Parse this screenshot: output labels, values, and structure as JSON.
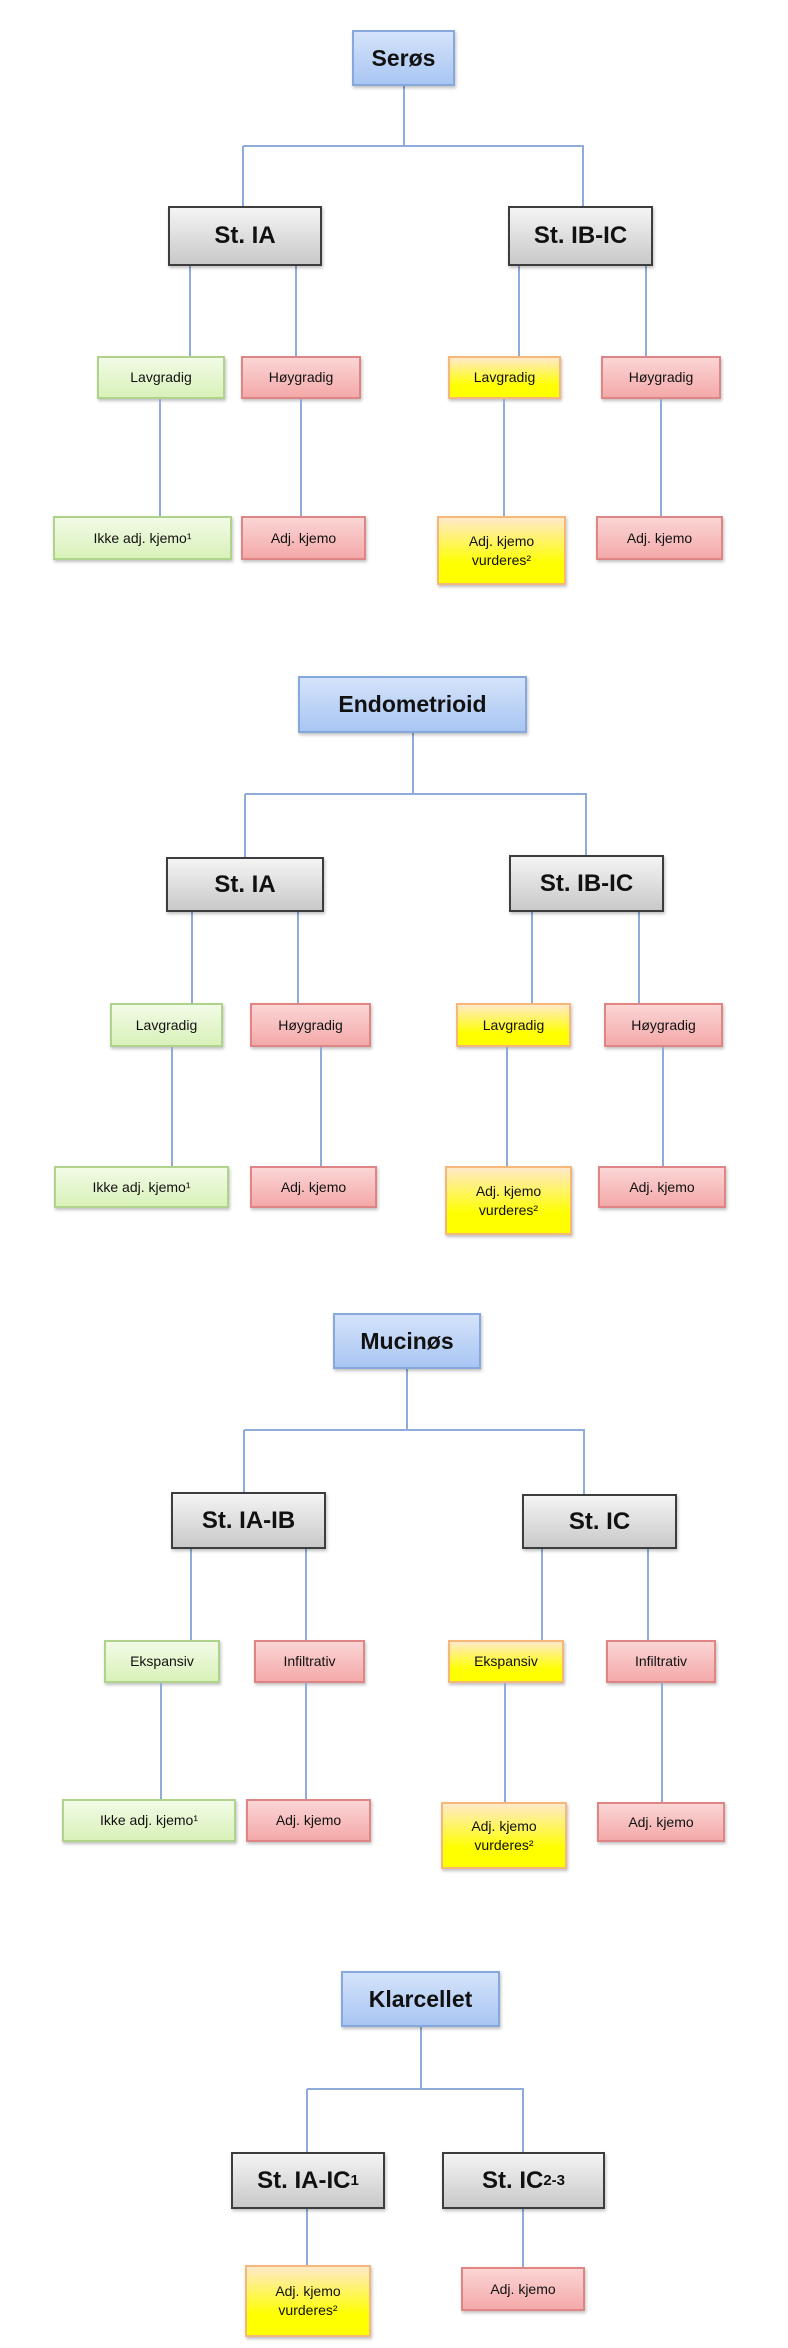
{
  "colors": {
    "connector": "#8eabd9",
    "root": "#a9c6f3",
    "stage": "#c9c9c9",
    "green": "#d9f1b9",
    "red": "#f4a9a9",
    "yellow": "#ffff00"
  },
  "sections": [
    {
      "title": "Serøs",
      "stages": [
        {
          "label": "St. IA",
          "branches": [
            {
              "grade": "Lavgradig",
              "grade_tone": "green",
              "outcome": "Ikke adj. kjemo¹",
              "outcome_tone": "green"
            },
            {
              "grade": "Høygradig",
              "grade_tone": "red",
              "outcome": "Adj. kjemo",
              "outcome_tone": "red"
            }
          ]
        },
        {
          "label": "St. IB-IC",
          "branches": [
            {
              "grade": "Lavgradig",
              "grade_tone": "yellow",
              "outcome": "Adj. kjemo vurderes²",
              "outcome_tone": "yellow"
            },
            {
              "grade": "Høygradig",
              "grade_tone": "red",
              "outcome": "Adj. kjemo",
              "outcome_tone": "red"
            }
          ]
        }
      ]
    },
    {
      "title": "Endometrioid",
      "stages": [
        {
          "label": "St. IA",
          "branches": [
            {
              "grade": "Lavgradig",
              "grade_tone": "green",
              "outcome": "Ikke adj. kjemo¹",
              "outcome_tone": "green"
            },
            {
              "grade": "Høygradig",
              "grade_tone": "red",
              "outcome": "Adj. kjemo",
              "outcome_tone": "red"
            }
          ]
        },
        {
          "label": "St. IB-IC",
          "branches": [
            {
              "grade": "Lavgradig",
              "grade_tone": "yellow",
              "outcome": "Adj. kjemo vurderes²",
              "outcome_tone": "yellow"
            },
            {
              "grade": "Høygradig",
              "grade_tone": "red",
              "outcome": "Adj. kjemo",
              "outcome_tone": "red"
            }
          ]
        }
      ]
    },
    {
      "title": "Mucinøs",
      "stages": [
        {
          "label": "St. IA-IB",
          "branches": [
            {
              "grade": "Ekspansiv",
              "grade_tone": "green",
              "outcome": "Ikke adj. kjemo¹",
              "outcome_tone": "green"
            },
            {
              "grade": "Infiltrativ",
              "grade_tone": "red",
              "outcome": "Adj. kjemo",
              "outcome_tone": "red"
            }
          ]
        },
        {
          "label": "St. IC",
          "branches": [
            {
              "grade": "Ekspansiv",
              "grade_tone": "yellow",
              "outcome": "Adj. kjemo vurderes²",
              "outcome_tone": "yellow"
            },
            {
              "grade": "Infiltrativ",
              "grade_tone": "red",
              "outcome": "Adj. kjemo",
              "outcome_tone": "red"
            }
          ]
        }
      ]
    },
    {
      "title": "Klarcellet",
      "stages": [
        {
          "label": "St. IA-IC",
          "sub": "1",
          "branches": [
            {
              "outcome": "Adj. kjemo vurderes²",
              "outcome_tone": "yellow"
            }
          ]
        },
        {
          "label": "St. IC",
          "sub": "2-3",
          "branches": [
            {
              "outcome": "Adj. kjemo",
              "outcome_tone": "red"
            }
          ]
        }
      ]
    }
  ]
}
